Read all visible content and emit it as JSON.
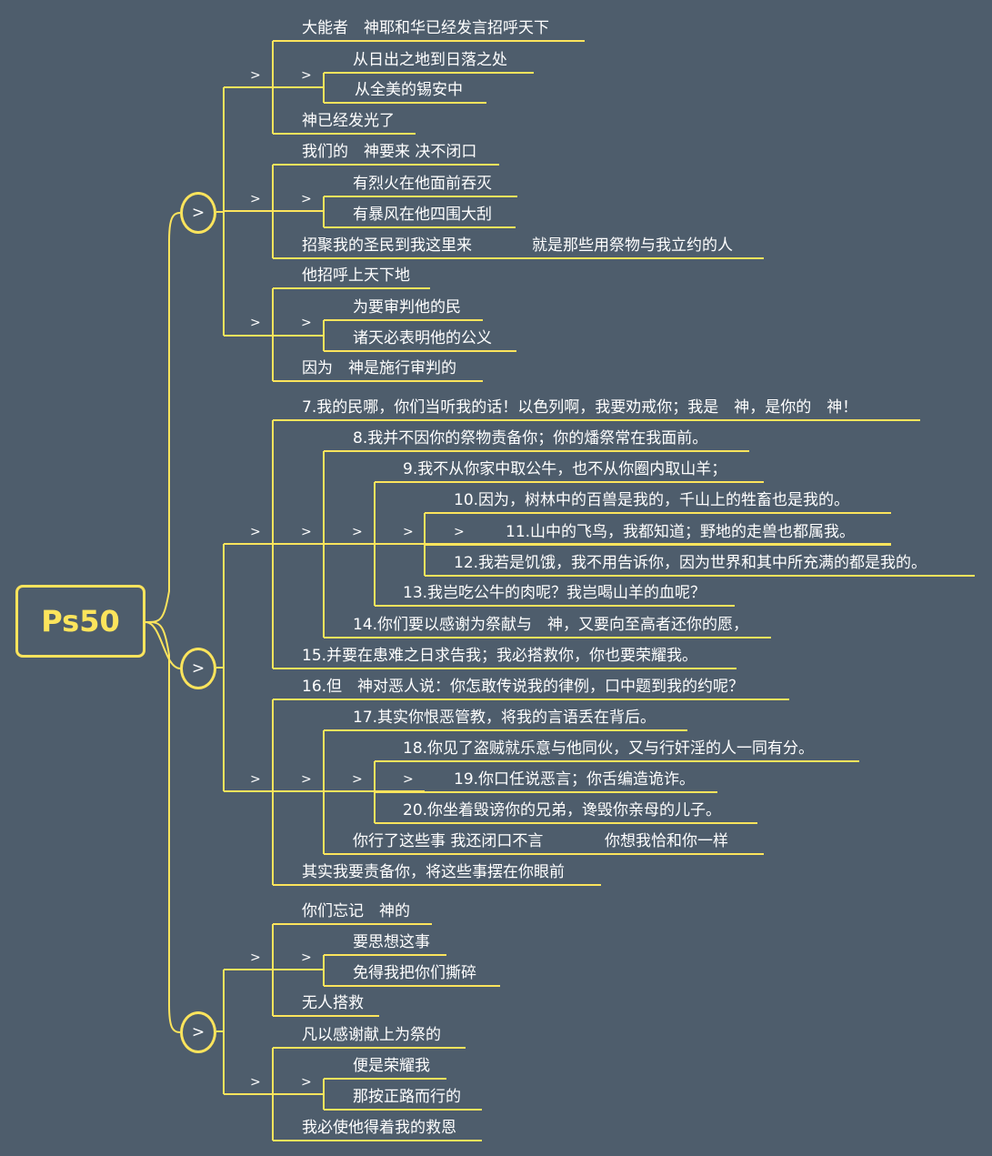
{
  "root": {
    "title": "Ps50"
  },
  "hub_symbol": ">",
  "arrow_symbol": ">",
  "line_color": "#fce45c",
  "background_color": "#4e5d6c",
  "nodes": [
    "大能者　神耶和华已经发言招呼天下",
    "从日出之地到日落之处",
    "从全美的锡安中",
    "神已经发光了",
    "我们的　神要来 决不闭口",
    "有烈火在他面前吞灭",
    "有暴风在他四围大刮",
    "招聚我的圣民到我这里来",
    "就是那些用祭物与我立约的人",
    "他招呼上天下地",
    "为要审判他的民",
    "诸天必表明他的公义",
    "因为　神是施行审判的",
    "7.我的民哪，你们当听我的话！以色列啊，我要劝戒你；我是　神，是你的　神！",
    "8.我并不因你的祭物责备你；你的燔祭常在我面前。",
    "9.我不从你家中取公牛，也不从你圈内取山羊；",
    "10.因为，树林中的百兽是我的，千山上的牲畜也是我的。",
    "11.山中的飞鸟，我都知道；野地的走兽也都属我。",
    "12.我若是饥饿，我不用告诉你，因为世界和其中所充满的都是我的。",
    "13.我岂吃公牛的肉呢？我岂喝山羊的血呢？",
    "14.你们要以感谢为祭献与　神，又要向至高者还你的愿，",
    "15.并要在患难之日求告我；我必搭救你，你也要荣耀我。",
    "16.但　神对恶人说：你怎敢传说我的律例，口中题到我的约呢？",
    "17.其实你恨恶管教，将我的言语丢在背后。",
    "18.你见了盗贼就乐意与他同伙，又与行奸淫的人一同有分。",
    "19.你口任说恶言；你舌编造诡诈。",
    "20.你坐着毁谤你的兄弟，谗毁你亲母的儿子。",
    "你行了这些事 我还闭口不言",
    "你想我恰和你一样",
    "其实我要责备你，将这些事摆在你眼前",
    "你们忘记　神的",
    "要思想这事",
    "免得我把你们撕碎",
    "无人搭救",
    "凡以感谢献上为祭的",
    "便是荣耀我",
    "那按正路而行的",
    "我必使他得着我的救恩"
  ]
}
